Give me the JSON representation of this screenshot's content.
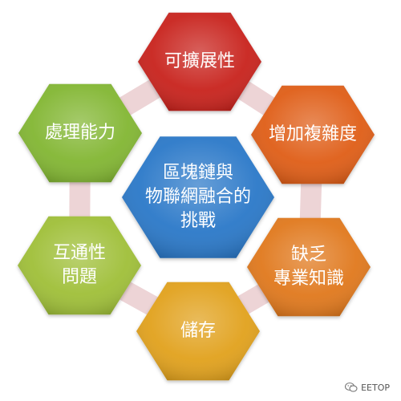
{
  "center": {
    "lines": [
      "區塊鏈與",
      "物聯網融合的",
      "挑戰"
    ],
    "color": "#2a78c8"
  },
  "nodes": [
    {
      "id": "scalability",
      "lines": [
        "可擴展性"
      ],
      "color": "#c8201e"
    },
    {
      "id": "complexity",
      "lines": [
        "增加複雜度"
      ],
      "color": "#df5d16"
    },
    {
      "id": "expertise",
      "lines": [
        "缺乏",
        "專業知識"
      ],
      "color": "#e0781a"
    },
    {
      "id": "storage",
      "lines": [
        "儲存"
      ],
      "color": "#e1a11c"
    },
    {
      "id": "interoperability",
      "lines": [
        "互通性",
        "問題"
      ],
      "color": "#9fbf39"
    },
    {
      "id": "processing",
      "lines": [
        "處理能力"
      ],
      "color": "#82b633"
    }
  ],
  "connector_color": "#e8c6c9",
  "watermark": {
    "text": "EETOP",
    "icon": "wechat-icon"
  }
}
